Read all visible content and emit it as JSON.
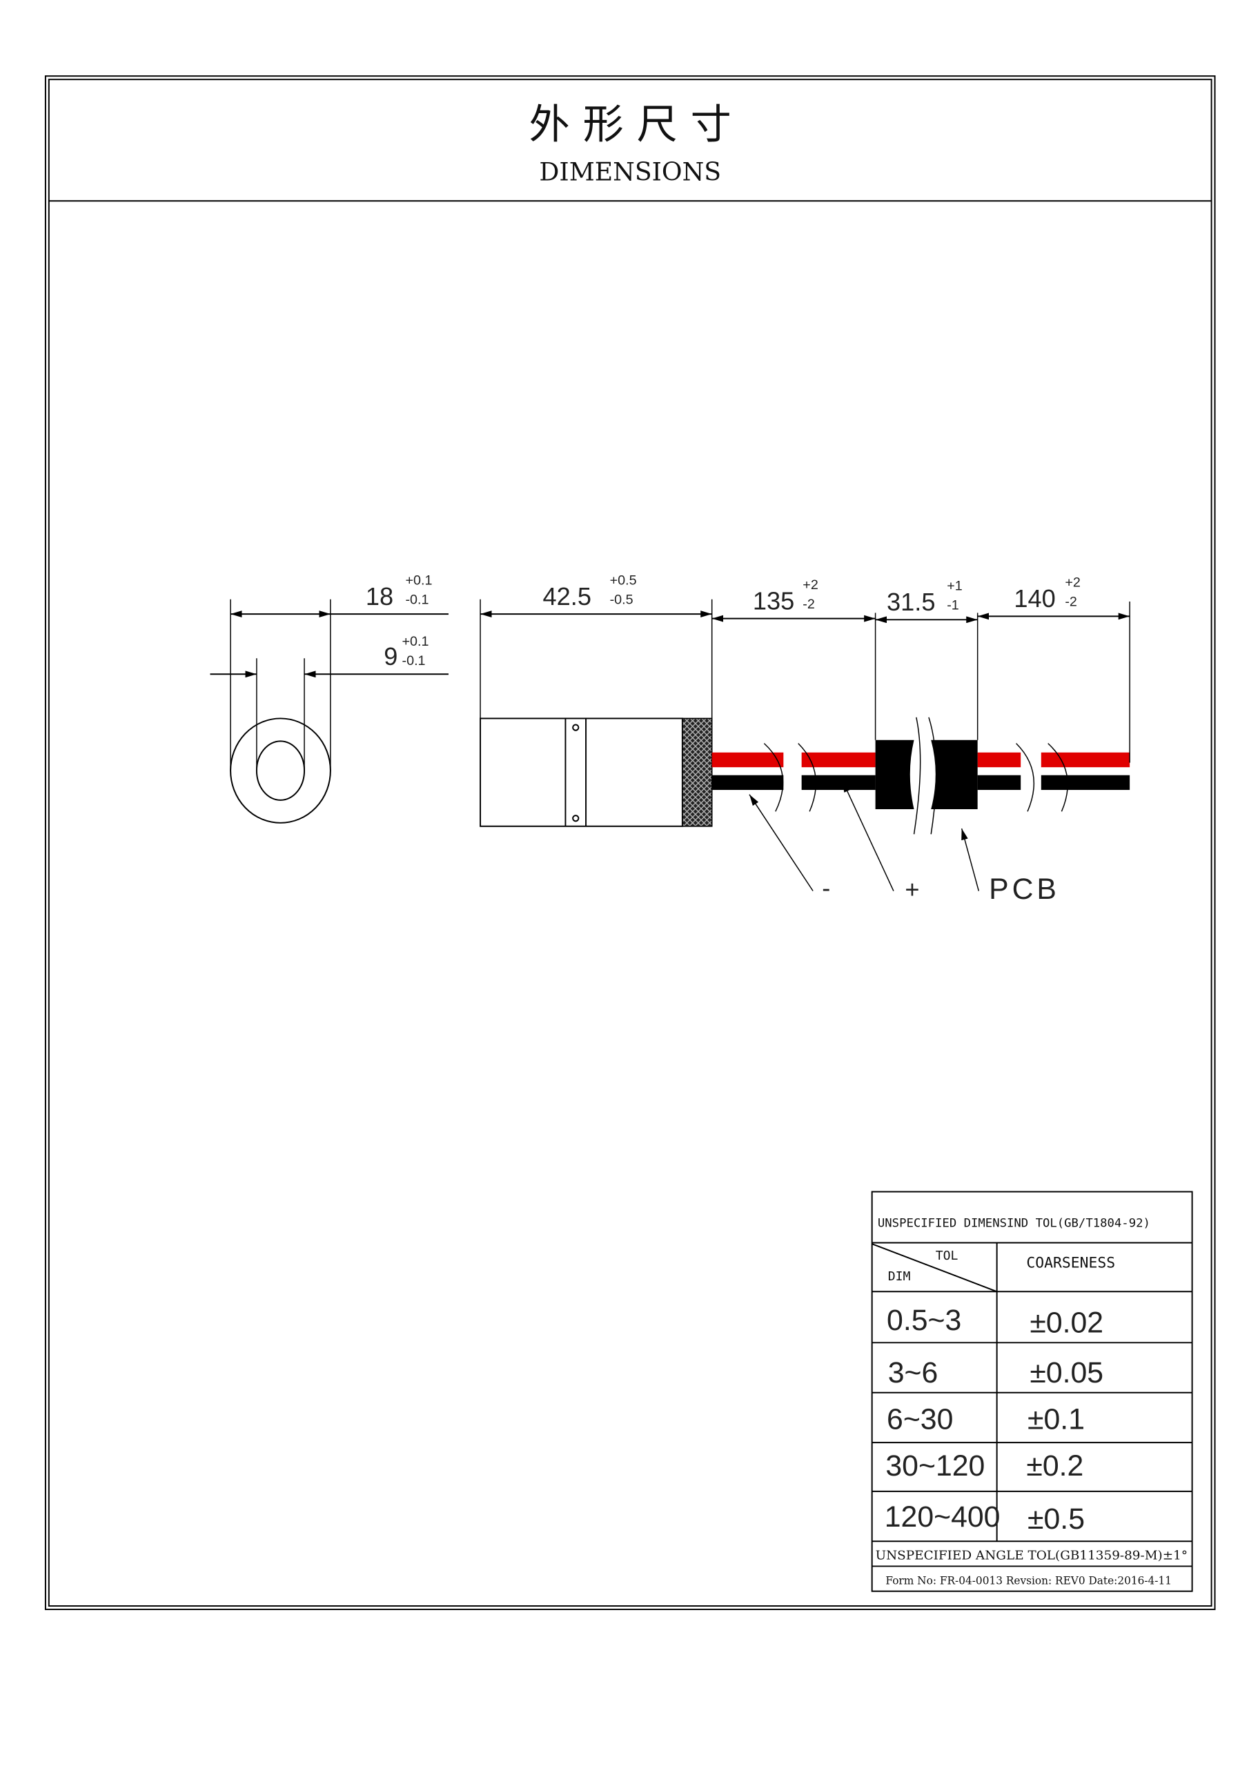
{
  "header": {
    "title_cn": "外 形 尺 寸",
    "title_en": "DIMENSIONS"
  },
  "colors": {
    "red_wire": "#e00000",
    "black_wire": "#000000",
    "line": "#000000"
  },
  "end_view": {
    "outer": {
      "value": "18",
      "tol_plus": "+0.1",
      "tol_minus": "-0.1"
    },
    "inner": {
      "value": "9",
      "tol_plus": "+0.1",
      "tol_minus": "-0.1"
    }
  },
  "side_view": {
    "body": {
      "value": "42.5",
      "tol_plus": "+0.5",
      "tol_minus": "-0.5"
    },
    "wire1": {
      "value": "135",
      "tol_plus": "+2",
      "tol_minus": "-2"
    },
    "pcb": {
      "value": "31.5",
      "tol_plus": "+1",
      "tol_minus": "-1"
    },
    "wire2": {
      "value": "140",
      "tol_plus": "+2",
      "tol_minus": "-2"
    },
    "labels": {
      "negative": "-",
      "positive": "+",
      "pcb": "PCB"
    }
  },
  "tol_table": {
    "title": "UNSPECIFIED DIMENSIND TOL(GB/T1804-92)",
    "header_tol": "TOL",
    "header_dim": "DIM",
    "header_col2": "COARSENESS",
    "rows": [
      {
        "dim": "0.5~3",
        "tol": "±0.02"
      },
      {
        "dim": "3~6",
        "tol": "±0.05"
      },
      {
        "dim": "6~30",
        "tol": "±0.1"
      },
      {
        "dim": "30~120",
        "tol": "±0.2"
      },
      {
        "dim": "120~400",
        "tol": "±0.5"
      }
    ],
    "angle_tol": "UNSPECIFIED ANGLE TOL(GB11359-89-M)±1°",
    "form_info": "Form No: FR-04-0013 Revsion: REV0  Date:2016-4-11"
  }
}
